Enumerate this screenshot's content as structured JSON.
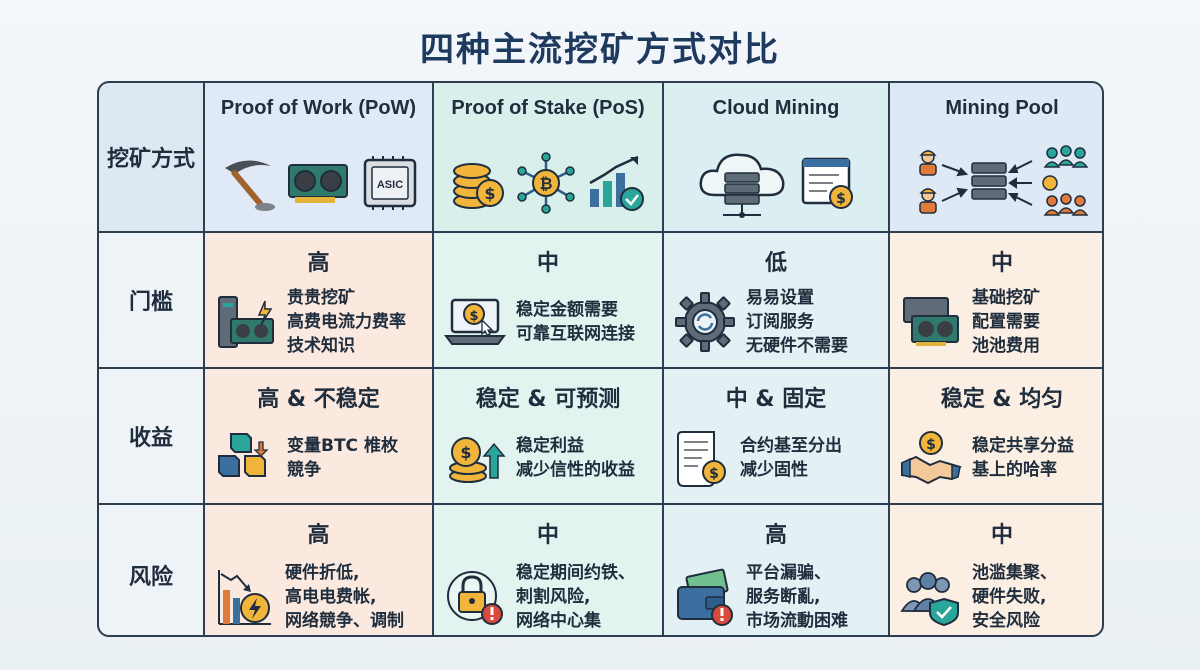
{
  "title": "四种主流挖矿方式对比",
  "row_headers": [
    "挖矿方式",
    "门槛",
    "收益",
    "风险"
  ],
  "columns": [
    {
      "name": "Proof of Work (PoW)",
      "icons": [
        "pickaxe-icon",
        "gpu-card-icon",
        "asic-chip-icon"
      ],
      "asic_label": "ASIC",
      "threshold": {
        "level": "高",
        "lines": [
          "贵贵挖矿",
          "高费电流力费率",
          "技术知识"
        ],
        "icon": "mining-rig-icon"
      },
      "revenue": {
        "level": "高 & 不稳定",
        "lines": [
          "变量BTC 椎枚",
          "競争"
        ],
        "icon": "blocks-icon"
      },
      "risk": {
        "level": "高",
        "lines": [
          "硬件折低,",
          "高电电费帐,",
          "网络競争、调制"
        ],
        "icon": "declining-chart-icon"
      }
    },
    {
      "name": "Proof of Stake (PoS)",
      "icons": [
        "coin-stack-icon",
        "bitcoin-network-icon",
        "growth-chart-icon"
      ],
      "threshold": {
        "level": "中",
        "lines": [
          "稳定金额需要",
          "可靠互联网连接"
        ],
        "icon": "laptop-coin-icon"
      },
      "revenue": {
        "level": "稳定 & 可预测",
        "lines": [
          "稳定利益",
          "减少信性的收益"
        ],
        "icon": "coins-arrow-icon"
      },
      "risk": {
        "level": "中",
        "lines": [
          "稳定期间约铁、",
          "刺割风险,",
          "网络中心集"
        ],
        "icon": "padlock-warning-icon"
      }
    },
    {
      "name": "Cloud Mining",
      "icons": [
        "cloud-server-icon",
        "invoice-screen-icon"
      ],
      "threshold": {
        "level": "低",
        "lines": [
          "易易设置",
          "订阅服务",
          "无硬件不需要"
        ],
        "icon": "gear-sync-icon"
      },
      "revenue": {
        "level": "中 & 固定",
        "lines": [
          "合约基至分出",
          "减少固性"
        ],
        "icon": "contract-scroll-icon"
      },
      "risk": {
        "level": "高",
        "lines": [
          "平台漏骗、",
          "服务断亂,",
          "市场流動困难"
        ],
        "icon": "wallet-warning-icon"
      }
    },
    {
      "name": "Mining Pool",
      "icons": [
        "pool-network-icon"
      ],
      "threshold": {
        "level": "中",
        "lines": [
          "基础挖矿",
          "配置需要",
          "池池费用"
        ],
        "icon": "gpu-cards-icon"
      },
      "revenue": {
        "level": "稳定 & 均匀",
        "lines": [
          "稳定共享分益",
          "基上的哈率"
        ],
        "icon": "handshake-coin-icon"
      },
      "risk": {
        "level": "中",
        "lines": [
          "池滥集聚、",
          "硬件失败,",
          "安全风险"
        ],
        "icon": "group-shield-icon"
      }
    }
  ],
  "colors": {
    "border": "#2c3e50",
    "title": "#1e3a5f",
    "gold": "#f2b53b",
    "teal": "#2aa59a",
    "blue": "#3b6fa0"
  }
}
